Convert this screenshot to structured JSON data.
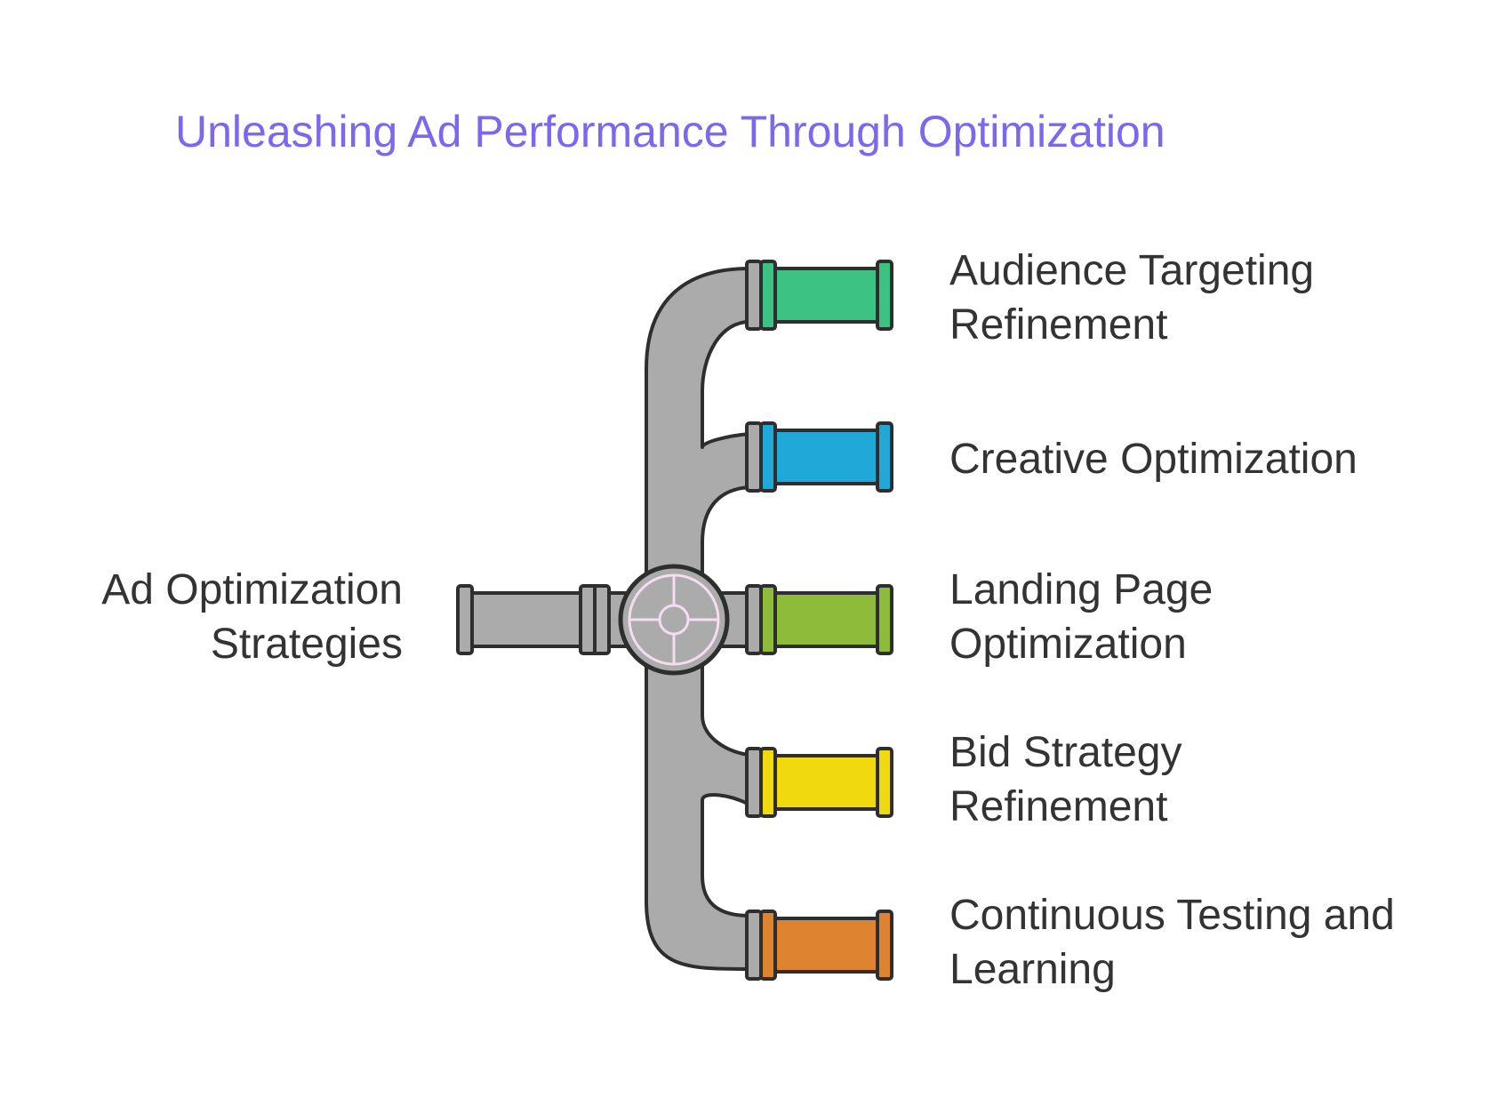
{
  "title": "Unleashing Ad Performance Through Optimization",
  "colors": {
    "title": "#7B68EE",
    "text": "#333333",
    "pipe": "#ABABAB",
    "outline": "#2E2E2E",
    "valve_marks": "#F3DDF0"
  },
  "source": {
    "label_lines": [
      "Ad Optimization",
      "Strategies"
    ]
  },
  "branches": [
    {
      "label_lines": [
        "Audience Targeting",
        "Refinement"
      ],
      "color": "#3CC383"
    },
    {
      "label_lines": [
        "Creative Optimization"
      ],
      "color": "#1FA8D8"
    },
    {
      "label_lines": [
        "Landing Page",
        "Optimization"
      ],
      "color": "#8FBB3A"
    },
    {
      "label_lines": [
        "Bid Strategy",
        "Refinement"
      ],
      "color": "#F0D90F"
    },
    {
      "label_lines": [
        "Continuous Testing and",
        "Learning"
      ],
      "color": "#DE8431"
    }
  ],
  "icons": {
    "valve": "valve-wheel-icon",
    "pipe": "pipe-icon"
  }
}
